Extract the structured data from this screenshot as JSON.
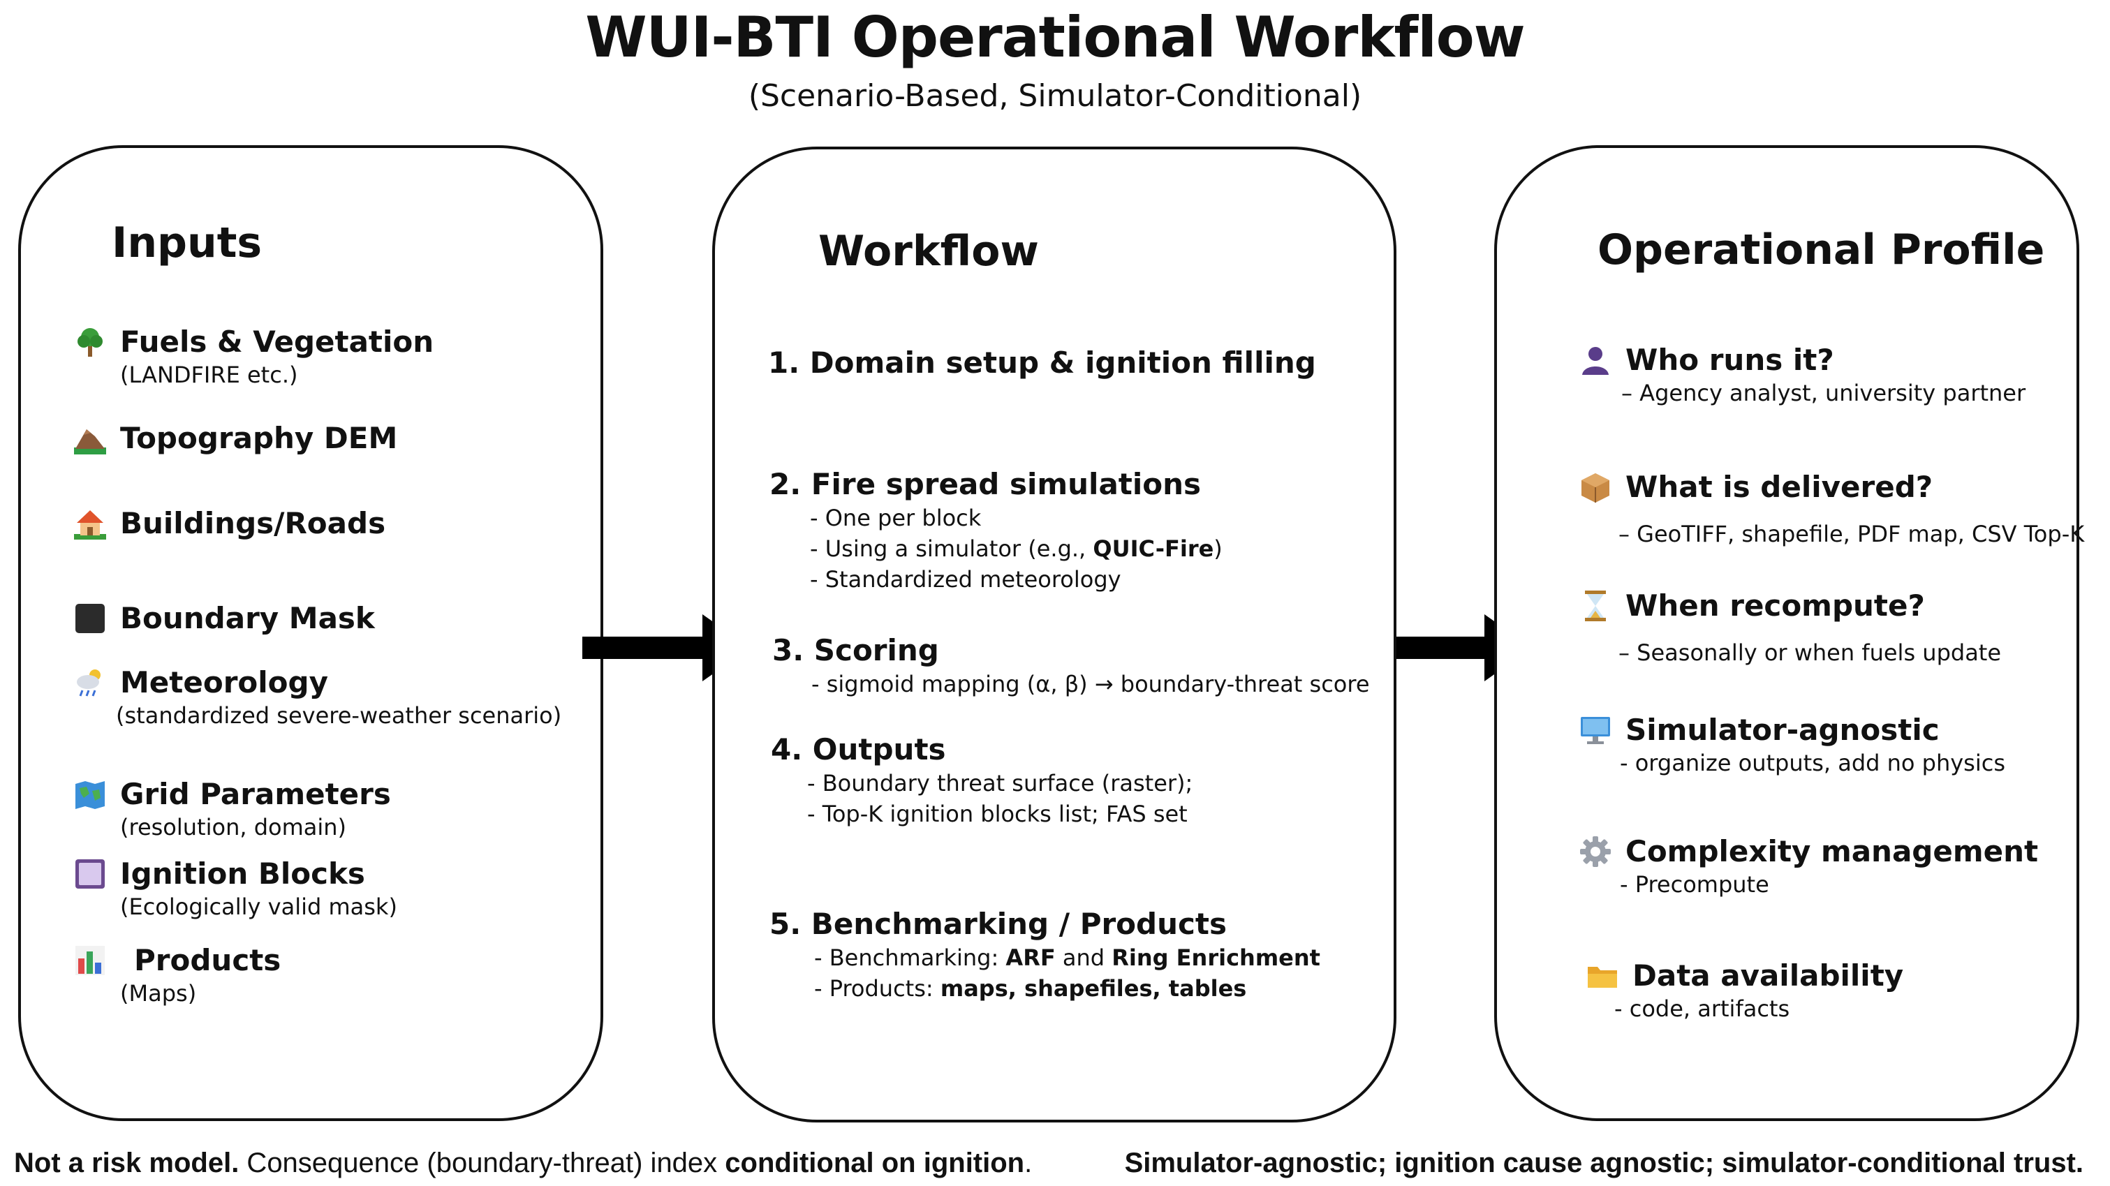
{
  "title": "WUI-BTI Operational Workflow",
  "subtitle": "(Scenario-Based, Simulator-Conditional)",
  "inputs": {
    "heading": "Inputs",
    "items": [
      {
        "label": "Fuels & Vegetation",
        "sub": "(LANDFIRE etc.)",
        "icon": "tree-icon"
      },
      {
        "label": "Topography DEM",
        "sub": "",
        "icon": "mountain-icon"
      },
      {
        "label": "Buildings/Roads",
        "sub": "",
        "icon": "house-icon"
      },
      {
        "label": "Boundary Mask",
        "sub": "",
        "icon": "black-square-icon"
      },
      {
        "label": "Meteorology",
        "sub": "(standardized severe-weather scenario)",
        "icon": "cloud-rain-icon"
      },
      {
        "label": "Grid Parameters",
        "sub": "(resolution, domain)",
        "icon": "map-icon"
      },
      {
        "label": "Ignition Blocks",
        "sub": "(Ecologically valid mask)",
        "icon": "purple-square-icon"
      },
      {
        "label": "Products",
        "sub": "(Maps)",
        "icon": "bar-chart-icon"
      }
    ]
  },
  "workflow": {
    "heading": "Workflow",
    "s1_head": "1. Domain setup & ignition filling",
    "s2_head": "2. Fire spread simulations",
    "s2_l1": "- One per block",
    "s2_l2a": "- Using a simulator (e.g., ",
    "s2_l2b": "QUIC-Fire",
    "s2_l2c": ")",
    "s2_l3": "- Standardized meteorology",
    "s3_head": "3. Scoring",
    "s3_l1": "- sigmoid mapping (α, β) → boundary-threat score",
    "s4_head": "4. Outputs",
    "s4_l1": "- Boundary threat surface (raster);",
    "s4_l2": "- Top-K ignition blocks list; FAS set",
    "s5_head": "5. Benchmarking / Products",
    "s5_l1a": "- Benchmarking: ",
    "s5_l1b": "ARF",
    "s5_l1c": " and ",
    "s5_l1d": "Ring Enrichment",
    "s5_l2a": "- Products: ",
    "s5_l2b": "maps, shapefiles, tables"
  },
  "profile": {
    "heading": "Operational Profile",
    "items": [
      {
        "label": "Who runs it?",
        "sub": "– Agency analyst, university partner",
        "icon": "person-icon"
      },
      {
        "label": "What is delivered?",
        "sub": "– GeoTIFF, shapefile, PDF map, CSV Top-K",
        "icon": "package-icon"
      },
      {
        "label": "When recompute?",
        "sub": "– Seasonally or when fuels update",
        "icon": "hourglass-icon"
      },
      {
        "label": "Simulator-agnostic",
        "sub": "- organize outputs, add no physics",
        "icon": "computer-icon"
      },
      {
        "label": "Complexity management",
        "sub": "- Precompute",
        "icon": "gear-icon"
      },
      {
        "label": "Data availability",
        "sub": "- code, artifacts",
        "icon": "folder-icon"
      }
    ]
  },
  "footer": {
    "left_a": "Not a risk model.",
    "left_b": " Consequence (boundary-threat) index ",
    "left_c": "conditional on ignition",
    "left_d": ".",
    "right": "Simulator-agnostic; ignition cause agnostic; simulator-conditional trust."
  }
}
